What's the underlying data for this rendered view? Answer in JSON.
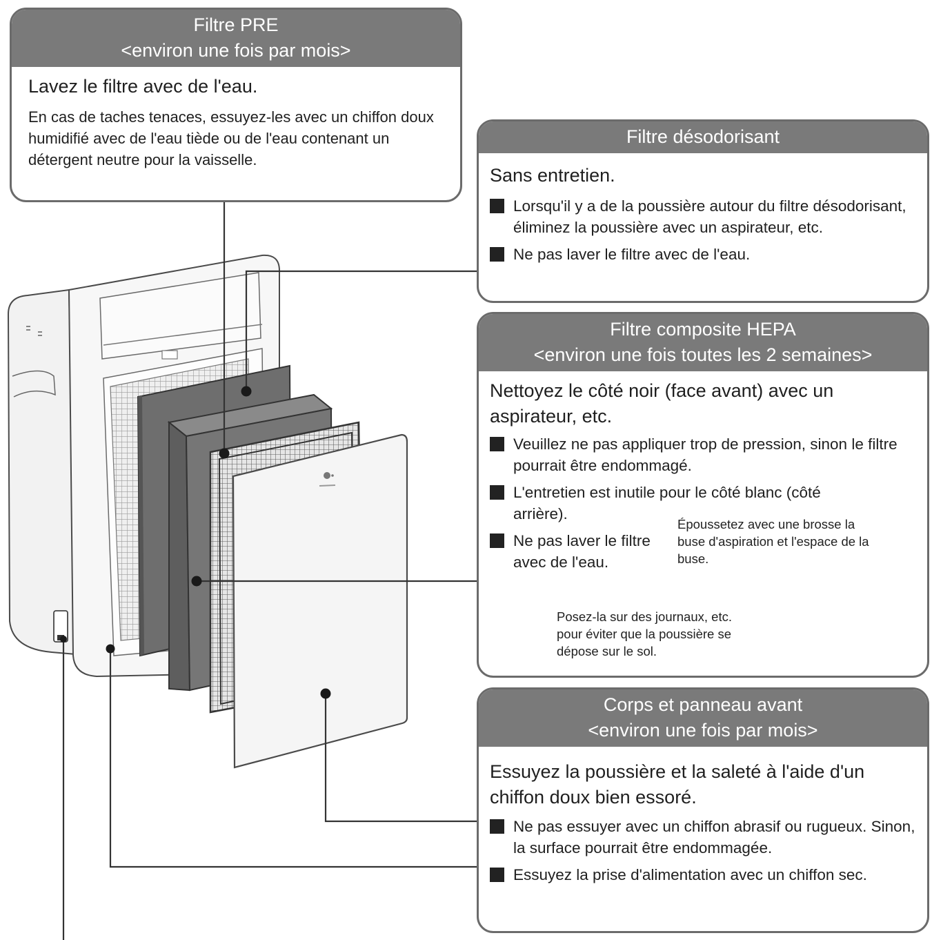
{
  "pre_filter": {
    "title": "Filtre PRE",
    "frequency": "<environ une fois par mois>",
    "lead": "Lavez le filtre avec de l'eau.",
    "text": "En cas de taches tenaces, essuyez-les avec un chiffon doux humidifié avec de l'eau tiède ou de l'eau contenant un détergent neutre pour la vaisselle."
  },
  "deodorizing_filter": {
    "title": "Filtre désodorisant",
    "lead": "Sans entretien.",
    "bullets": [
      "Lorsqu'il y a de la poussière autour du filtre désodorisant, éliminez la poussière avec un aspirateur, etc.",
      "Ne pas laver le filtre avec de l'eau."
    ]
  },
  "hepa_filter": {
    "title": "Filtre composite HEPA",
    "frequency": "<environ une fois toutes les 2 semaines>",
    "lead": "Nettoyez le côté noir (face avant) avec un aspirateur, etc.",
    "bullets": [
      "Veuillez ne pas appliquer trop de pression, sinon le filtre pourrait être endommagé.",
      "L'entretien est inutile pour le côté blanc (côté arrière).",
      "Ne pas laver le filtre avec de l'eau."
    ],
    "brush_note": "Époussetez avec une brosse la buse d'aspiration et l'espace de la buse.",
    "newspaper_note": "Posez-la sur des journaux, etc. pour éviter que la poussière se dépose sur le sol."
  },
  "body_panel": {
    "title": "Corps et panneau avant",
    "frequency": "<environ une fois par mois>",
    "lead": "Essuyez la poussière et la saleté à l'aide d'un chiffon doux bien essoré.",
    "bullets": [
      "Ne pas essuyer avec un chiffon abrasif ou rugueux. Sinon, la surface pourrait être endommagée.",
      "Essuyez la prise d'alimentation avec un chiffon sec."
    ]
  },
  "colors": {
    "header_gray": "#7a7a7a",
    "border_gray": "#6b6b6b",
    "filter_dark": "#6e6e6e",
    "leader_line": "#333333"
  }
}
